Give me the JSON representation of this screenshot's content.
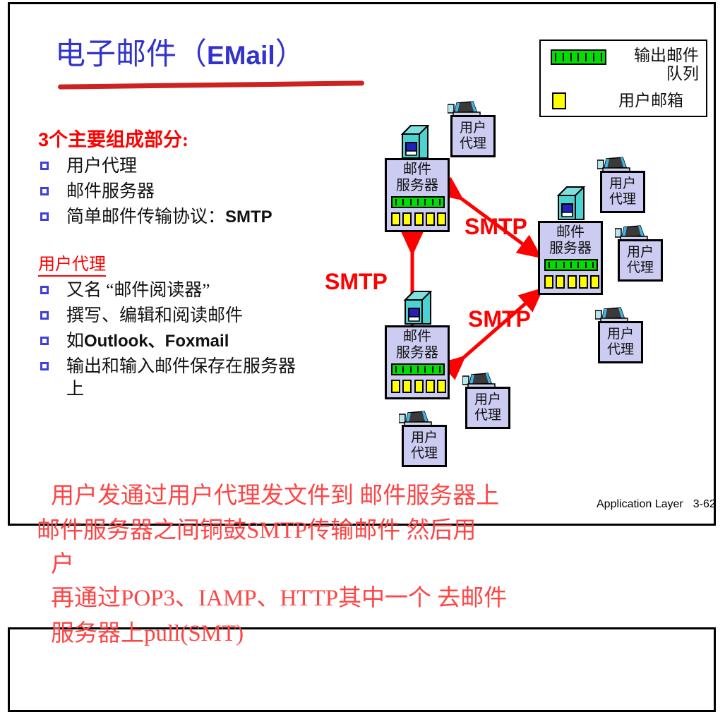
{
  "slide": {
    "title_cn": "电子邮件（",
    "title_latin": "EMail",
    "title_close": "）",
    "footer_label": "Application Layer",
    "footer_page": "3-62"
  },
  "sections": [
    {
      "heading_num": "3",
      "heading_cn": "个主要组成部分:",
      "items": [
        {
          "text": "用户代理"
        },
        {
          "text": "邮件服务器"
        },
        {
          "text": "简单邮件传输协议：",
          "latin": "SMTP"
        }
      ]
    },
    {
      "heading": "用户代理",
      "items": [
        {
          "text": "又名 “邮件阅读器”"
        },
        {
          "text": "撰写、编辑和阅读邮件"
        },
        {
          "text": "如",
          "latin": "Outlook、Foxmail"
        },
        {
          "text": "输出和输入邮件保存在服务器"
        },
        {
          "text": "上"
        }
      ]
    }
  ],
  "legend": {
    "queue_label_line1": "输出邮件",
    "queue_label_line2": "队列",
    "mailbox_label": "用户邮箱",
    "queue_color": "#00dd00",
    "mailbox_color": "#ffff00"
  },
  "diagram": {
    "servers": [
      {
        "id": "server-top-left",
        "name_line1": "邮件",
        "name_line2": "服务器"
      },
      {
        "id": "server-middle",
        "name_line1": "邮件",
        "name_line2": "服务器"
      },
      {
        "id": "server-bottom-left",
        "name_line1": "邮件",
        "name_line2": "服务器"
      }
    ],
    "agents": [
      {
        "id": "agent-1",
        "line1": "用户",
        "line2": "代理"
      },
      {
        "id": "agent-2",
        "line1": "用户",
        "line2": "代理"
      },
      {
        "id": "agent-3",
        "line1": "用户",
        "line2": "代理"
      },
      {
        "id": "agent-4",
        "line1": "用户",
        "line2": "代理"
      },
      {
        "id": "agent-5",
        "line1": "用户",
        "line2": "代理"
      },
      {
        "id": "agent-6",
        "line1": "用户",
        "line2": "代理"
      }
    ],
    "protocol_labels": [
      {
        "id": "smtp-upper-right",
        "text": "SMTP"
      },
      {
        "id": "smtp-left-vertical",
        "text": "SMTP"
      },
      {
        "id": "smtp-lower-right",
        "text": "SMTP"
      }
    ],
    "arrow_color": "#ff0000"
  },
  "notes": {
    "line1": "用户发通过用户代理发文件到  邮件服务器上",
    "line2": "邮件服务器之间铜鼓SMTP传输邮件   然后用",
    "line3": "户",
    "line4": "再通过POP3、IAMP、HTTP其中一个 去邮件",
    "line5": "服务器上pull(SMT)"
  }
}
